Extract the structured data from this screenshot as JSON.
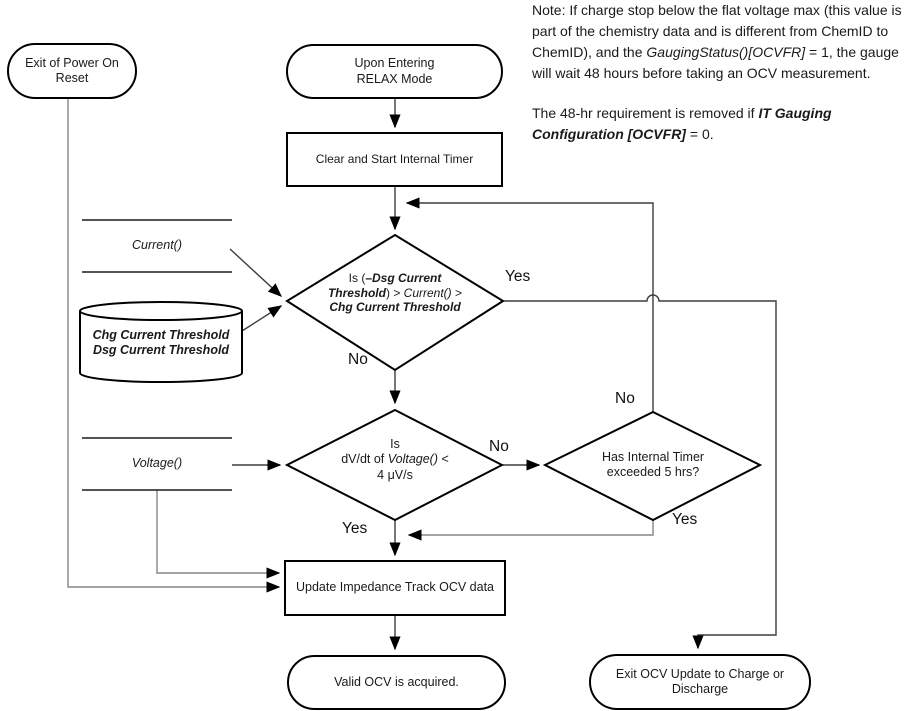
{
  "note": {
    "para1_pre": "Note: If charge stop below the flat voltage max (this value is part of the chemistry data and is different from ChemID to ChemID), and the ",
    "para1_italic": "GaugingStatus()[OCVFR]",
    "para1_post": " = 1, the gauge will wait 48 hours before taking an OCV measurement.",
    "para2_pre": "The 48-hr requirement is removed if ",
    "para2_bold_italic": "IT Gauging Configuration [OCVFR]",
    "para2_post": " = 0."
  },
  "nodes": {
    "exit_power": "Exit of Power On Reset",
    "relax": "Upon Entering RELAX Mode",
    "clear_timer": "Clear and Start Internal Timer",
    "current_register": "Current()",
    "thresholds_line1": "Chg Current Threshold",
    "thresholds_line2": "Dsg Current Threshold",
    "d1_pre": "Is (",
    "d1_bold1": "–Dsg Current Threshold",
    "d1_mid1": ") > ",
    "d1_italic": "Current()",
    "d1_mid2": " > ",
    "d1_bold2": "Chg Current Threshold",
    "voltage_register": "Voltage()",
    "d2_line1": "Is",
    "d2_pre": "dV/dt of ",
    "d2_italic": "Voltage()",
    "d2_post": " <",
    "d2_line3": "4 μV/s",
    "d3_text": "Has Internal Timer exceeded 5 hrs?",
    "update_ocv": "Update Impedance Track OCV data",
    "valid_ocv": "Valid OCV is acquired.",
    "exit_ocv": "Exit OCV Update to Charge or Discharge"
  },
  "labels": {
    "d1_yes": "Yes",
    "d1_no": "No",
    "d2_no": "No",
    "d2_yes": "Yes",
    "d3_no": "No",
    "d3_yes": "Yes"
  },
  "colors": {
    "shape_border": "#000000",
    "flow_connector": "#3d3d3d",
    "data_connector": "#868686",
    "text": "#1a1a1a",
    "background": "#ffffff"
  }
}
